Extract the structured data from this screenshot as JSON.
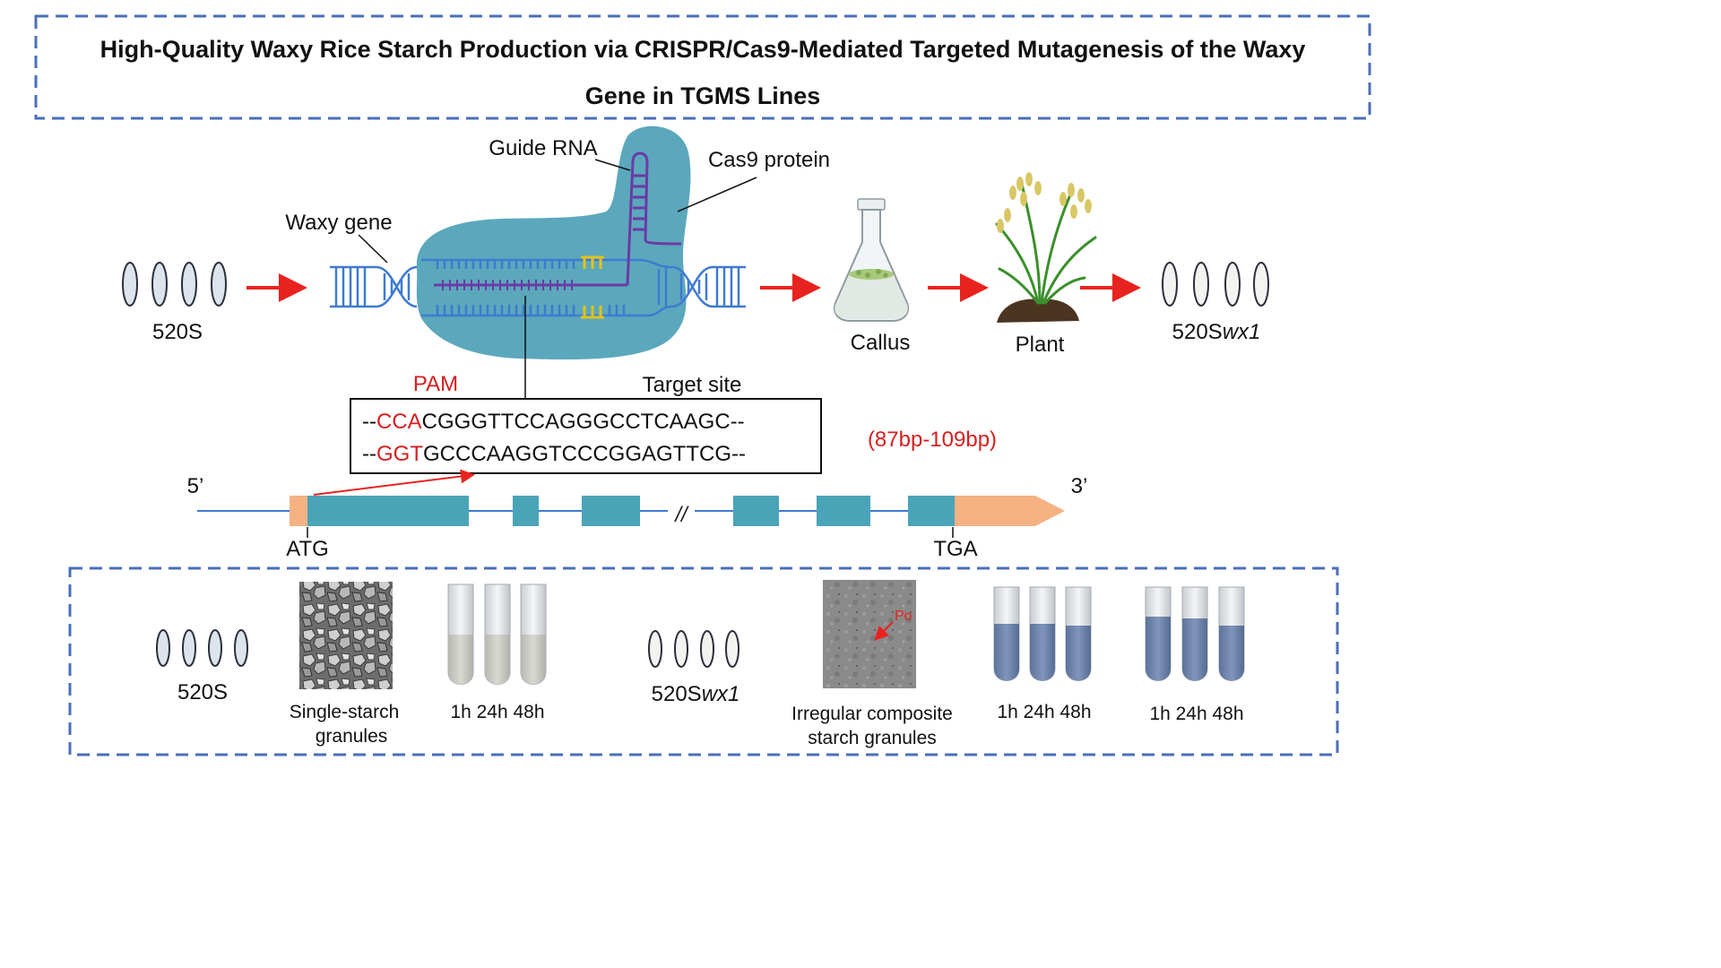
{
  "title": {
    "line1": "High-Quality Waxy Rice Starch Production via CRISPR/Cas9-Mediated Targeted Mutagenesis of the Waxy",
    "line2": "Gene in TGMS Lines"
  },
  "top": {
    "wildtype_label": "520S",
    "waxy_gene_label": "Waxy gene",
    "guide_rna_label": "Guide RNA",
    "cas9_label": "Cas9 protein",
    "callus_label": "Callus",
    "plant_label": "Plant",
    "mutant_label_prefix": "520S",
    "mutant_label_suffix": "wx1"
  },
  "target": {
    "pam_label": "PAM",
    "target_site_label": "Target site",
    "seq1_prefix": "--",
    "seq1_pam": "CCA",
    "seq1_rest": "CGGGTTCCAGGGCCTCAAGC--",
    "seq2_prefix": "--",
    "seq2_pam": "GGT",
    "seq2_rest": "GCCCAAGGTCCCGGAGTTCG--",
    "range_label": "(87bp-109bp)"
  },
  "gene": {
    "five_prime": "5’",
    "three_prime": "3’",
    "break_mark": "//",
    "start_codon": "ATG",
    "stop_codon": "TGA"
  },
  "bottom": {
    "wt_label": "520S",
    "wt_granules_line1": "Single-starch",
    "wt_granules_line2": "granules",
    "wt_times": "1h 24h 48h",
    "mut_label_prefix": "520S",
    "mut_label_suffix": "wx1",
    "mut_granules_line1": "Irregular composite",
    "mut_granules_line2": "starch granules",
    "pore_label": "Po",
    "mut_times_1": "1h 24h 48h",
    "mut_times_2": "1h 24h 48h"
  },
  "colors": {
    "frame_blue": "#4a6fb8",
    "cas9_teal": "#5ba8bc",
    "dna_blue": "#3f7ad0",
    "guide_purple": "#6b3aa6",
    "pam_red": "#d42020",
    "arrow_red": "#e8231f",
    "exon_teal": "#4aa4b8",
    "utr_peach": "#f4b283",
    "pam_yellow": "#e2c21a",
    "liquid_blue": "#6e86ad",
    "liquid_gray": "#c8c9c3"
  }
}
